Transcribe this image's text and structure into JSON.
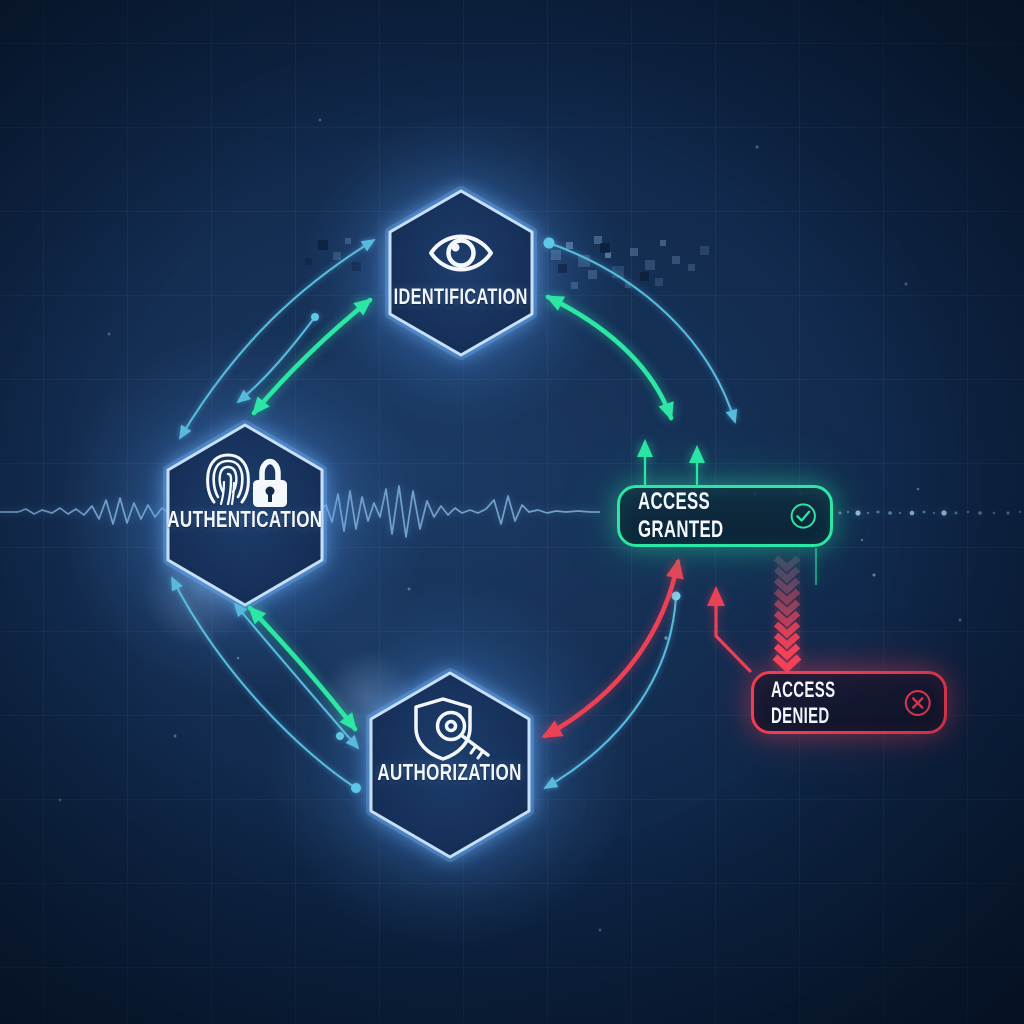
{
  "diagram": {
    "type": "security-access-flow",
    "nodes": {
      "identification": {
        "label": "IDENTIFICATION",
        "icon": "eye-icon"
      },
      "authentication": {
        "label": "AUTHENTICATION",
        "icons": [
          "fingerprint-icon",
          "padlock-icon"
        ]
      },
      "authorization": {
        "label": "AUTHORIZATION",
        "icon": "shield-key-icon"
      }
    },
    "outcomes": {
      "granted": {
        "label": "ACCESS GRANTED",
        "icon": "check-circle-icon",
        "color": "#2de5a4"
      },
      "denied": {
        "label": "ACCESS DENIED",
        "icon": "x-circle-icon",
        "color": "#f23c52"
      }
    },
    "colors": {
      "background": "#0d2342",
      "hexagon_stroke": "#c7e0f7",
      "flow_blue": "#58badd",
      "flow_green": "#2de5a4",
      "flow_red": "#ea4157",
      "text": "#f2f7fd"
    },
    "decor": {
      "waveform": "audio-waveform",
      "noise": "digital-pixel-blocks",
      "grid": "on"
    }
  }
}
